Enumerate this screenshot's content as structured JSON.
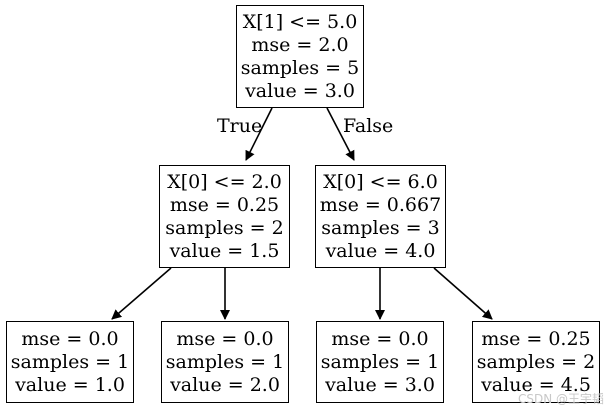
{
  "tree": {
    "root": {
      "lines": [
        "X[1] <= 5.0",
        "mse = 2.0",
        "samples = 5",
        "value = 3.0"
      ]
    },
    "left": {
      "lines": [
        "X[0] <= 2.0",
        "mse = 0.25",
        "samples = 2",
        "value = 1.5"
      ]
    },
    "right": {
      "lines": [
        "X[0] <= 6.0",
        "mse = 0.667",
        "samples = 3",
        "value = 4.0"
      ]
    },
    "leaf_1": {
      "lines": [
        "mse = 0.0",
        "samples = 1",
        "value = 1.0"
      ]
    },
    "leaf_2": {
      "lines": [
        "mse = 0.0",
        "samples = 1",
        "value = 2.0"
      ]
    },
    "leaf_3": {
      "lines": [
        "mse = 0.0",
        "samples = 1",
        "value = 3.0"
      ]
    },
    "leaf_4": {
      "lines": [
        "mse = 0.25",
        "samples = 2",
        "value = 4.5"
      ]
    }
  },
  "edge_labels": {
    "true_label": "True",
    "false_label": "False"
  },
  "watermark": "CSDN @王宇韬"
}
